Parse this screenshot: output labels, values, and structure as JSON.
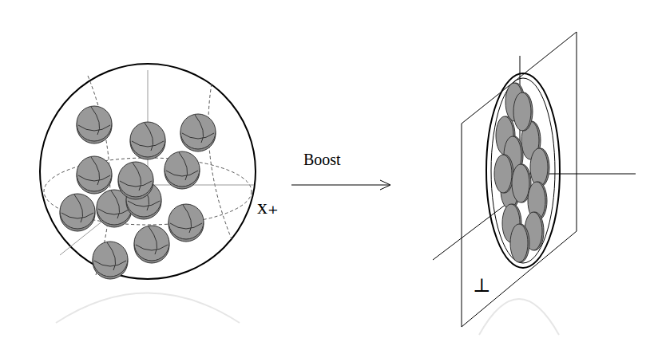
{
  "diagram": {
    "labels": [
      "x₊",
      "Boost",
      "⊥"
    ]
  }
}
